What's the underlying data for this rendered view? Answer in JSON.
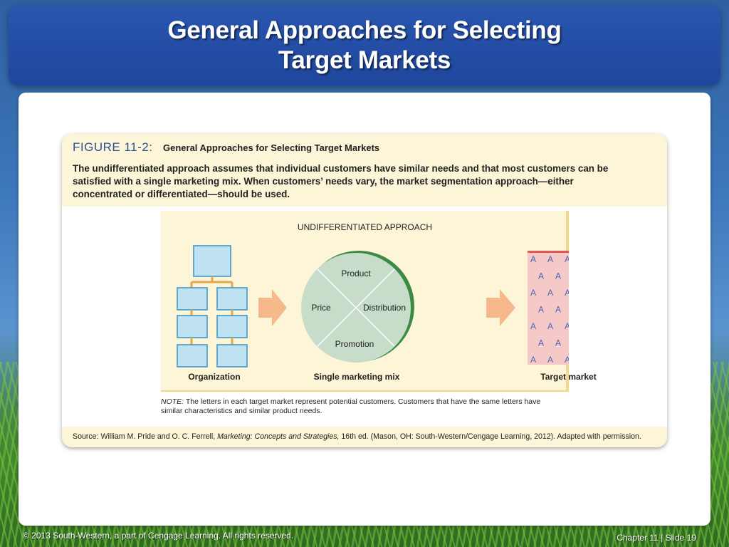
{
  "slide": {
    "title_line1": "General Approaches for Selecting",
    "title_line2": "Target Markets"
  },
  "figure": {
    "label": "FIGURE 11-2:",
    "title": "General Approaches for Selecting Target Markets",
    "description": "The undifferentiated approach assumes that individual customers have similar needs and that most customers can be satisfied with a single marketing mix. When customers’ needs vary, the market segmentation approach—either concentrated or differentiated—should be used.",
    "diagram_title": "UNDIFFERENTIATED APPROACH",
    "mix_segments": [
      "Product",
      "Price",
      "Distribution",
      "Promotion"
    ],
    "captions": {
      "organization": "Organization",
      "mix": "Single marketing mix",
      "market": "Target market"
    },
    "market_letter": "A",
    "note_label": "NOTE:",
    "note_text": " The letters in each target market represent potential customers. Customers that have the same letters have similar characteristics and similar product needs.",
    "source_prefix": "Source: William M. Pride and O. C. Ferrell, ",
    "source_book": "Marketing: Concepts and Strategies,",
    "source_suffix": " 16th ed. (Mason, OH: South-Western/Cengage Learning, 2012). Adapted with permission."
  },
  "footer": {
    "copyright": "© 2013 South-Western, a part of Cengage Learning. All rights reserved.",
    "chapter": "Chapter 11",
    "slide_number": "Slide 19"
  },
  "colors": {
    "title_bar": "#1e469c",
    "panel_bg": "#fdf5d7",
    "org_box": "#bfe3f3",
    "org_box_border": "#3a90c2",
    "connector": "#e8a64a",
    "arrow": "#f5b98a",
    "circle_fill": "#c7dcc9",
    "circle_accent": "#3c8a45",
    "market_fill": "#f6c9c9",
    "market_border": "#e05555",
    "letter": "#4a63b8"
  }
}
